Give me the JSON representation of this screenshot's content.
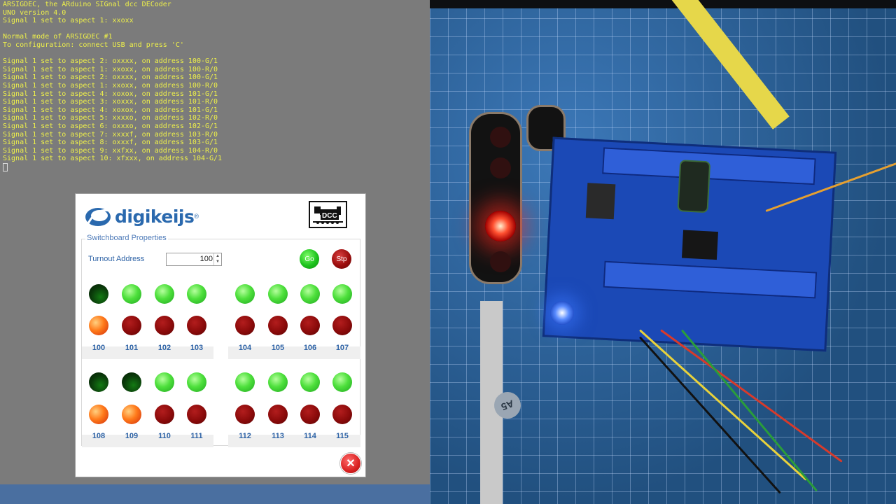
{
  "console": {
    "lines": [
      "ARSIGDEC, the ARduino SIGnal dcc DECoder",
      "UNO version 4.0",
      "Signal 1 set to aspect 1: xxoxx",
      "",
      "Normal mode of ARSIGDEC #1",
      "To configuration: connect USB and press 'C'",
      "",
      "Signal 1 set to aspect 2: oxxxx, on address 100-G/1",
      "Signal 1 set to aspect 1: xxoxx, on address 100-R/0",
      "Signal 1 set to aspect 2: oxxxx, on address 100-G/1",
      "Signal 1 set to aspect 1: xxoxx, on address 100-R/0",
      "Signal 1 set to aspect 4: xoxox, on address 101-G/1",
      "Signal 1 set to aspect 3: xoxxx, on address 101-R/0",
      "Signal 1 set to aspect 4: xoxox, on address 101-G/1",
      "Signal 1 set to aspect 5: xxxxo, on address 102-R/0",
      "Signal 1 set to aspect 6: oxxxo, on address 102-G/1",
      "Signal 1 set to aspect 7: xxxxf, on address 103-R/0",
      "Signal 1 set to aspect 8: oxxxf, on address 103-G/1",
      "Signal 1 set to aspect 9: xxfxx, on address 104-R/0",
      "Signal 1 set to aspect 10: xfxxx, on address 104-G/1"
    ]
  },
  "dialog": {
    "brand": "digikeijs",
    "brand_reg": "®",
    "dcc_logo": "DCC",
    "group_title": "Switchboard Properties",
    "turnout_label": "Turnout Address",
    "turnout_value": "100",
    "go_label": "Go",
    "stop_label": "Stp",
    "close_symbol": "✕",
    "rows": [
      {
        "addresses": [
          "100",
          "101",
          "102",
          "103",
          "104",
          "105",
          "106",
          "107"
        ],
        "green_on": [
          false,
          true,
          true,
          true,
          true,
          true,
          true,
          true
        ],
        "red_on": [
          true,
          false,
          false,
          false,
          false,
          false,
          false,
          false
        ]
      },
      {
        "addresses": [
          "108",
          "109",
          "110",
          "111",
          "112",
          "113",
          "114",
          "115"
        ],
        "green_on": [
          false,
          false,
          true,
          true,
          true,
          true,
          true,
          true
        ],
        "red_on": [
          true,
          true,
          false,
          false,
          false,
          false,
          false,
          false
        ]
      }
    ]
  },
  "photo": {
    "badge": "A5"
  },
  "colors": {
    "console_bg": "#7b7b7b",
    "console_text": "#eef04a",
    "brand_blue": "#2a69ae",
    "label_blue": "#2e63a6"
  }
}
